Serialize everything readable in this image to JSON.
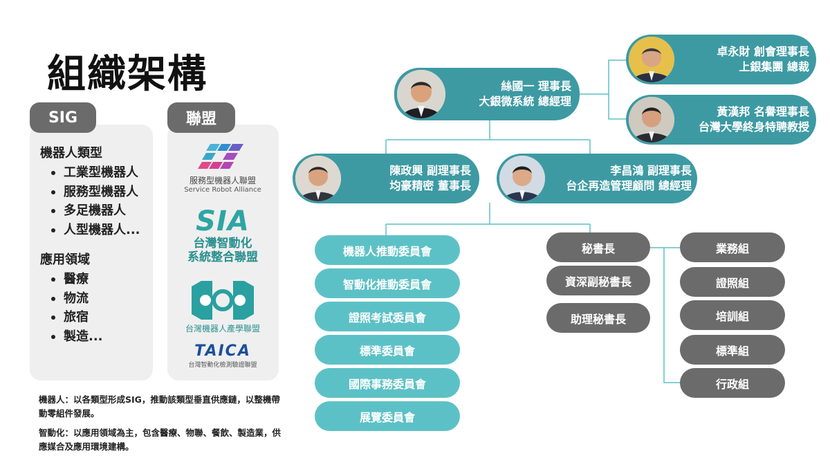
{
  "title": "組織架構",
  "sig": {
    "tag": "SIG",
    "groups": [
      {
        "heading": "機器人類型",
        "items": [
          "工業型機器人",
          "服務型機器人",
          "多足機器人",
          "人型機器人..."
        ]
      },
      {
        "heading": "應用領域",
        "items": [
          "醫療",
          "物流",
          "旅宿",
          "製造..."
        ]
      }
    ]
  },
  "alliance": {
    "tag": "聯盟",
    "logos": [
      {
        "name": "服務型機器人聯盟",
        "sub": "Service Robot Alliance"
      },
      {
        "name": "台灣智動化系統整合聯盟",
        "mark": "SIA",
        "line1": "台灣智動化",
        "line2": "系統整合聯盟"
      },
      {
        "name": "台灣機器人產學聯盟"
      },
      {
        "mark": "TAICA",
        "sub": "台灣智動化檢測驗證聯盟"
      }
    ]
  },
  "notes": [
    "機器人：以各類型形成SIG，推動該類型垂直供應鏈，以整機帶動零組件發展。",
    "智動化：以應用領域為主，包含醫療、物聯、餐飲、製造業，供應媒合及應用環境建構。"
  ],
  "people": {
    "chairman": {
      "line1": "絲國一 理事長",
      "line2": "大銀微系統 總經理"
    },
    "founder": {
      "line1": "卓永財 創會理事長",
      "line2": "上銀集團 總裁"
    },
    "honorary": {
      "line1": "黃漢邦 名譽理事長",
      "line2": "台灣大學終身特聘教授"
    },
    "vice1": {
      "line1": "陳政興 副理事長",
      "line2": "均豪精密 董事長"
    },
    "vice2": {
      "line1": "李昌鴻 副理事長",
      "line2": "台企再造管理顧問 總經理"
    }
  },
  "committees": [
    "機器人推動委員會",
    "智動化推動委員會",
    "證照考試委員會",
    "標準委員會",
    "國際事務委員會",
    "展覽委員會"
  ],
  "secretariat": [
    "秘書長",
    "資深副秘書長",
    "助理秘書長"
  ],
  "groups": [
    "業務組",
    "證照組",
    "培訓組",
    "標準組",
    "行政組"
  ],
  "colors": {
    "teal_dark": "#3d9aa3",
    "teal_light": "#5cc1c6",
    "grey": "#6b6b6b",
    "panel": "#efefef"
  }
}
